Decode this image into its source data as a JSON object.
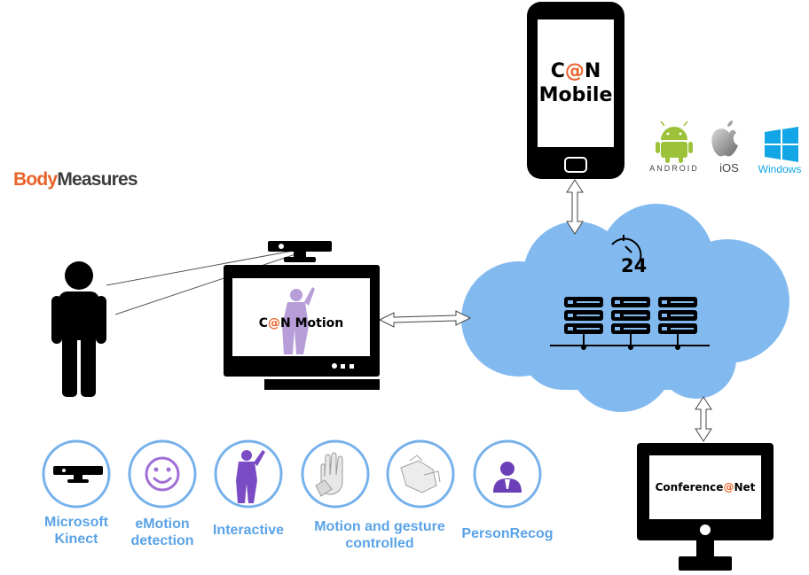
{
  "brand": {
    "part1": "Body",
    "part2": "Measures",
    "color1": "#e8632b",
    "color2": "#3d3d3d"
  },
  "phone": {
    "line1": "C@N",
    "line2": "Mobile"
  },
  "tv": {
    "title": "C@N Motion"
  },
  "monitor": {
    "title": "Conference@Net"
  },
  "cloud": {
    "badge": "24",
    "color": "#82baf0"
  },
  "platforms": [
    {
      "name": "android-logo",
      "label": "ANDROID"
    },
    {
      "name": "ios-logo",
      "label": "iOS"
    },
    {
      "name": "windows-logo",
      "label": "Windows"
    }
  ],
  "accent_color": "#e8632b",
  "feature_color": "#5ba3e6",
  "features": [
    {
      "icon": "kinect-sensor-icon",
      "line1": "Microsoft",
      "line2": "Kinect"
    },
    {
      "icon": "smiley-face-icon",
      "line1": "eMotion",
      "line2": "detection"
    },
    {
      "icon": "person-waving-icon",
      "line1": "Interactive",
      "line2": ""
    },
    {
      "icon": "hand-gesture-icon",
      "line1": "Motion and gesture",
      "line2": "controlled"
    },
    {
      "icon": "hands-icon",
      "line1": "",
      "line2": ""
    },
    {
      "icon": "person-recognition-icon",
      "line1": "PersonRecog",
      "line2": ""
    }
  ]
}
